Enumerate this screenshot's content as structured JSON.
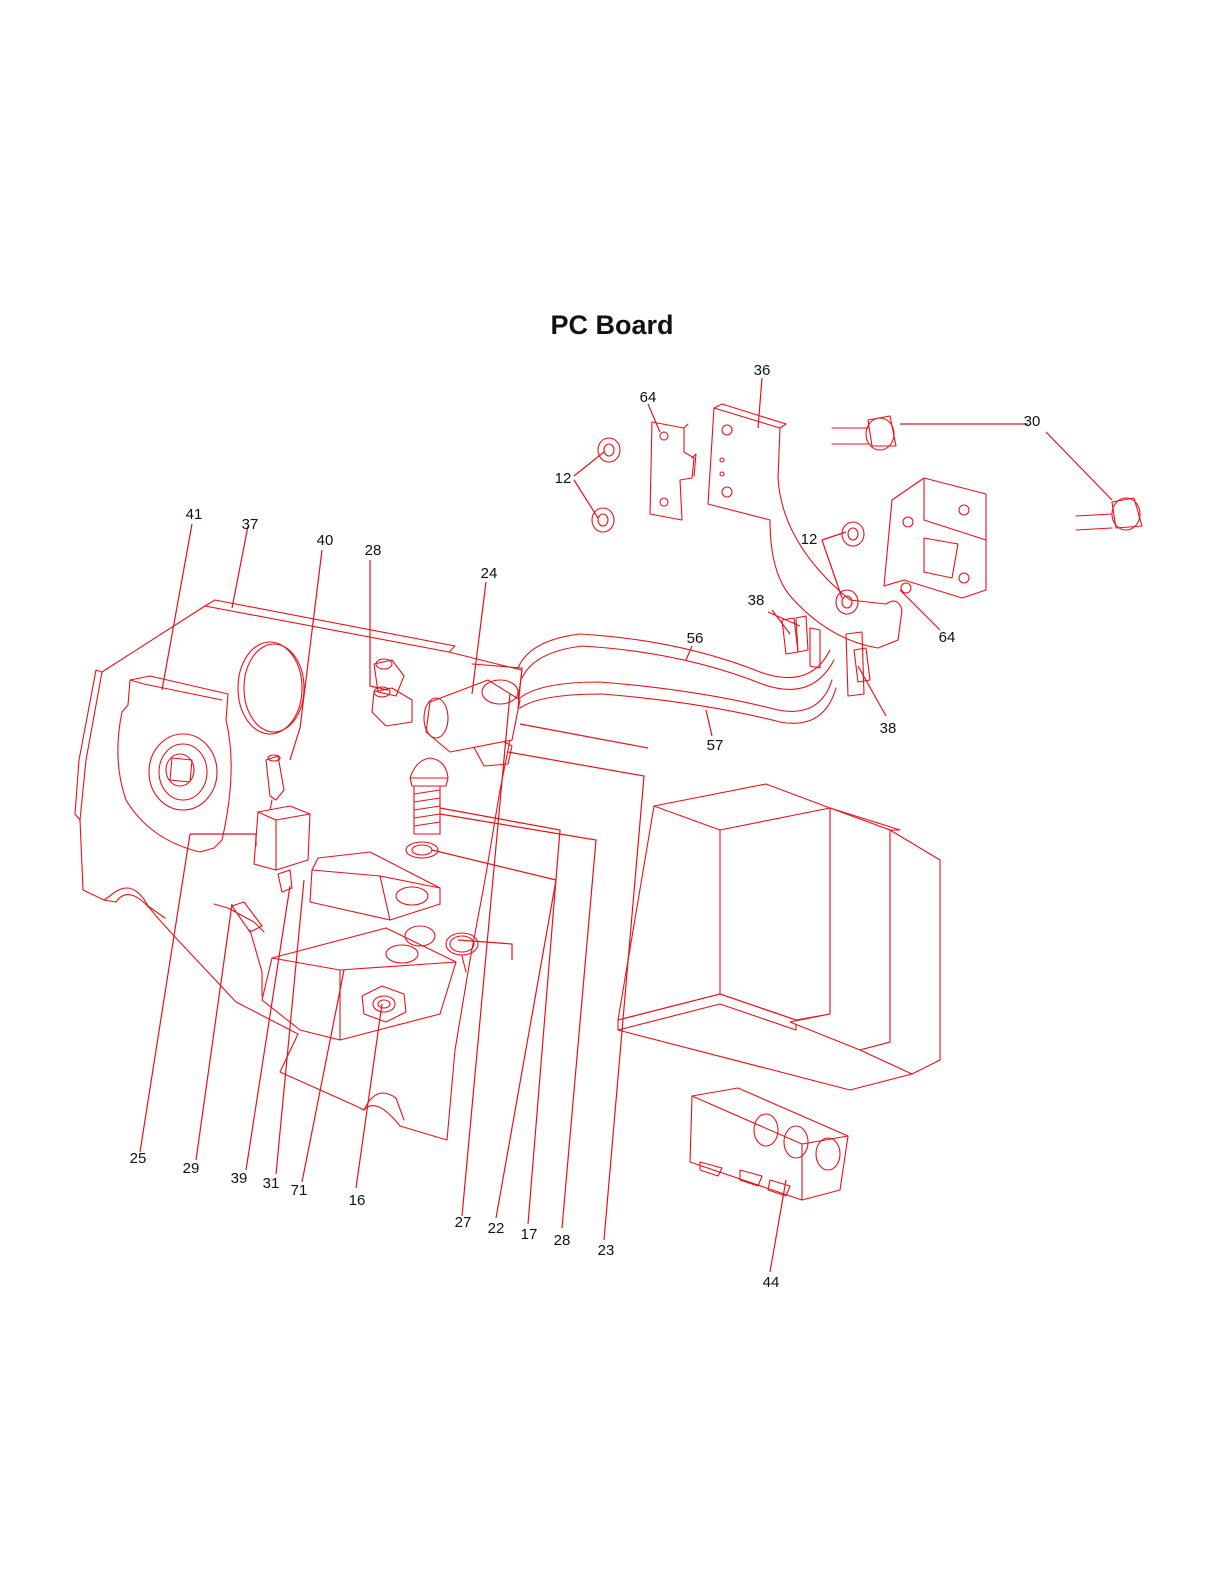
{
  "title": "PC Board",
  "colors": {
    "line": "#e8121a",
    "text": "#111111",
    "background": "#ffffff"
  },
  "callouts": [
    "64",
    "36",
    "30",
    "12",
    "12",
    "41",
    "37",
    "40",
    "28",
    "24",
    "38",
    "56",
    "64",
    "38",
    "57",
    "25",
    "29",
    "39",
    "31",
    "71",
    "16",
    "27",
    "22",
    "17",
    "28",
    "23",
    "44"
  ]
}
